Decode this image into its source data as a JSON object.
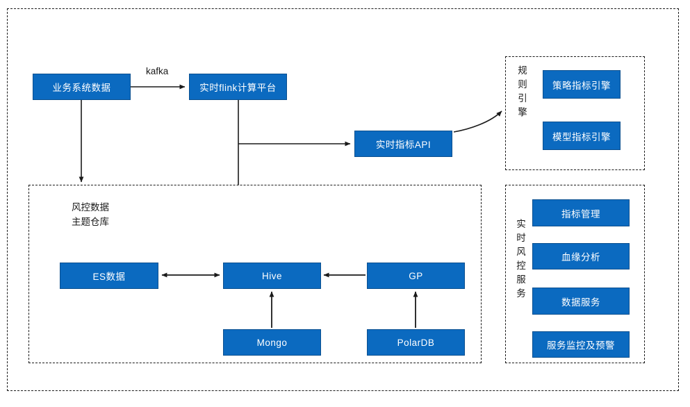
{
  "diagram": {
    "title_present": false,
    "colors": {
      "node_fill": "#0b6ac0",
      "node_stroke": "#0a4f8f",
      "node_text": "#ffffff",
      "line": "#1a1a1a",
      "panel_border": "#1a1a1a",
      "background": "#ffffff"
    },
    "outer_panel": {
      "name": "outer-dashed-frame"
    },
    "nodes": {
      "business_data": "业务系统数据",
      "flink_platform": "实时flink计算平台",
      "realtime_metric_api": "实时指标API",
      "es_data": "ES数据",
      "hive": "Hive",
      "gp": "GP",
      "mongo": "Mongo",
      "polardb": "PolarDB",
      "strategy_engine": "策略指标引擎",
      "model_engine": "模型指标引擎",
      "metric_management": "指标管理",
      "lineage_analysis": "血缘分析",
      "data_service": "数据服务",
      "service_monitor": "服务监控及预警"
    },
    "edge_labels": {
      "kafka": "kafka"
    },
    "panels": {
      "rule_engine_label": "规则引擎",
      "warehouse_label": "风控数据\n主题仓库",
      "realtime_service_label": "实时风控服务"
    }
  }
}
